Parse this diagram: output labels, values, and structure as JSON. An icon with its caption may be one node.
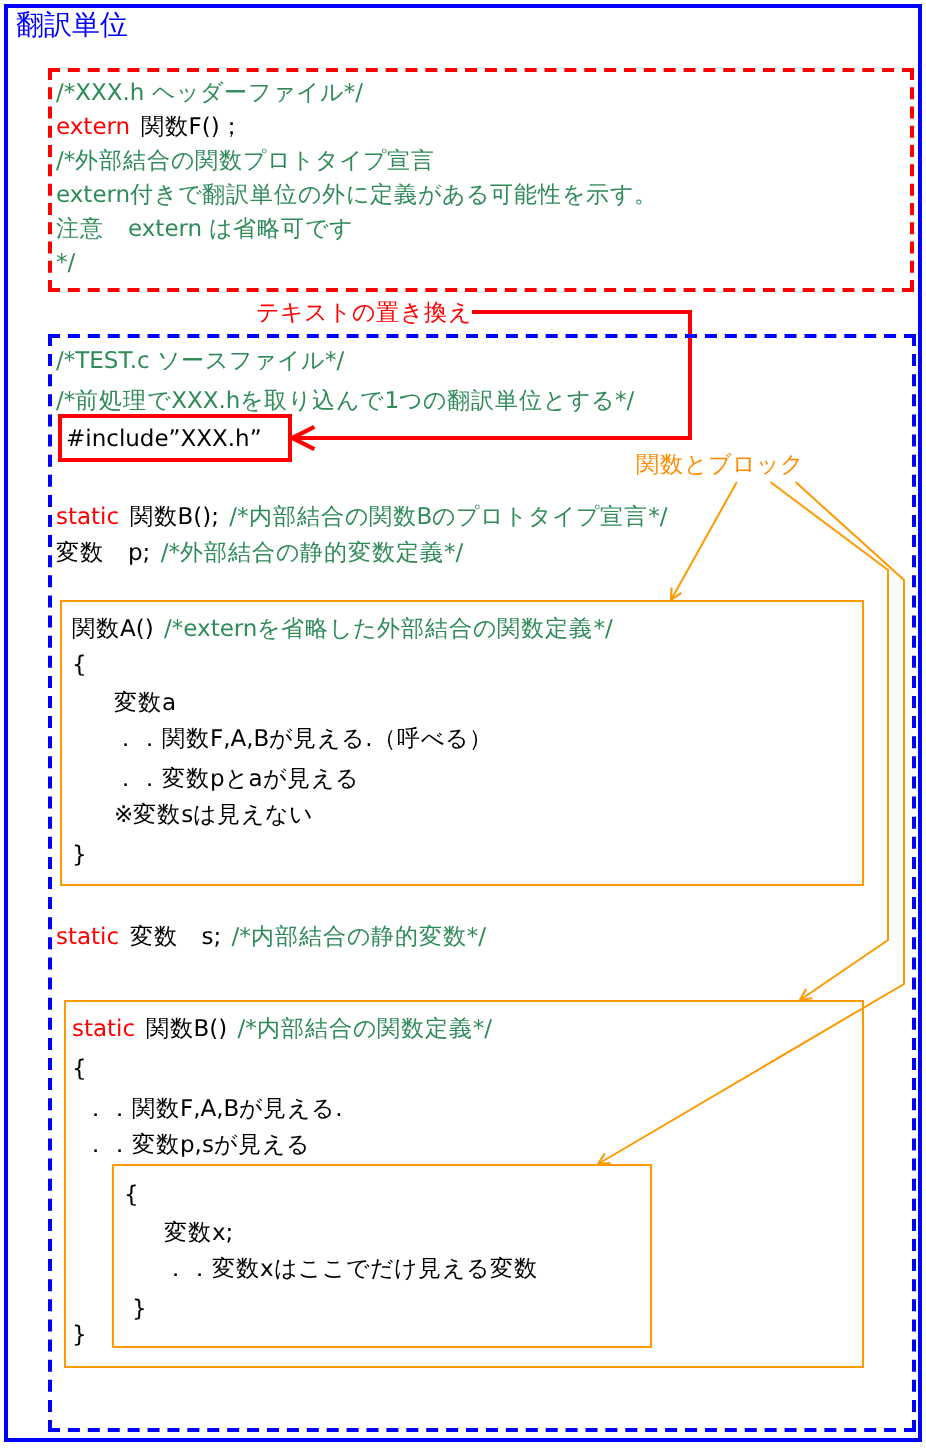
{
  "diagram": {
    "nodes": [
      {
        "text": [
          "翻訳単位"
        ]
      },
      {
        "text": [
          "/*XXX.h ヘッダーファイル*/",
          "extern",
          "関数F()；",
          "/*外部結合の関数プロトタイプ宣言",
          "extern付きで翻訳単位の外に定義がある可能性を示す。",
          "注意　extern は省略可です",
          "*/"
        ],
        "in": 0
      },
      {
        "text": [
          "テキストの置き換え"
        ],
        "in": 0
      },
      {
        "text": [
          "/*TEST.c ソースファイル*/",
          "/*前処理でXXX.hを取り込んで1つの翻訳単位とする*/",
          "static",
          "関数B();",
          "/*内部結合の関数Bのプロトタイプ宣言*/",
          "変数　p;",
          "/*外部結合の静的変数定義*/",
          "static",
          "変数　s;",
          "/*内部結合の静的変数*/"
        ],
        "in": 0
      },
      {
        "text": [
          "#include”XXX.h”"
        ],
        "in": 3
      },
      {
        "text": [
          "関数とブロック"
        ],
        "in": 3
      },
      {
        "text": [
          "関数A()",
          "/*externを省略した外部結合の関数定義*/",
          "{",
          "変数a",
          "．．関数F,A,Bが見える.（呼べる）",
          "．．変数pとaが見える",
          "※変数sは見えない",
          "}"
        ],
        "in": 3
      },
      {
        "text": [
          "static",
          "関数B()",
          "/*内部結合の関数定義*/",
          "{",
          "．．関数F,A,Bが見える.",
          "．．変数p,sが見える",
          "}"
        ],
        "in": 3
      },
      {
        "text": [
          "{",
          "変数x;",
          "．．変数xはここでだけ見える変数",
          "}"
        ],
        "in": 7
      }
    ],
    "edges": [
      {
        "from": 2,
        "to": 4,
        "arrow": "to",
        "color": "#ff0000"
      },
      {
        "from": 5,
        "to": 6,
        "arrow": "to"
      },
      {
        "from": 5,
        "to": 7,
        "arrow": "to"
      },
      {
        "from": 5,
        "to": 8,
        "arrow": "to"
      }
    ]
  }
}
